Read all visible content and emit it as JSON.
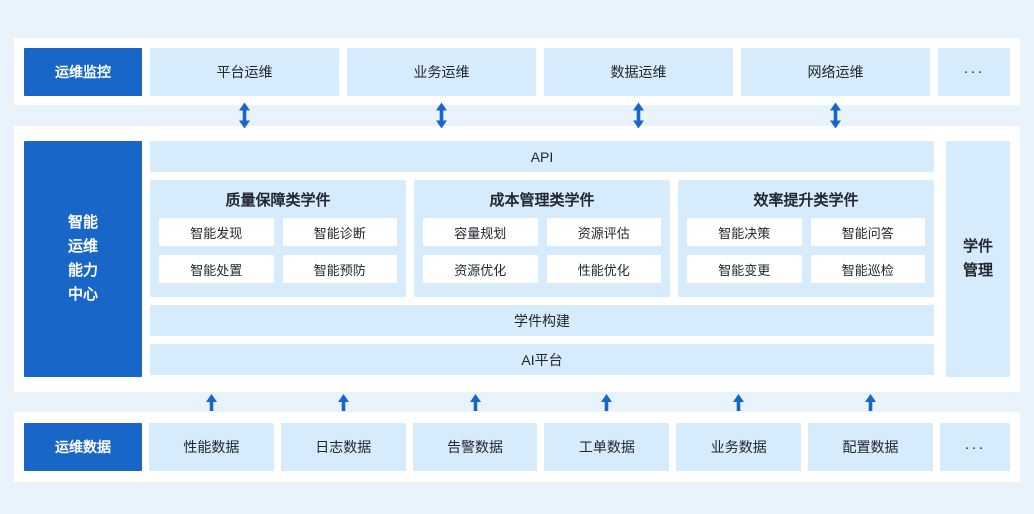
{
  "colors": {
    "page_bg": "#e9f3fc",
    "panel_bg": "#ffffff",
    "primary_blue": "#1766c8",
    "light_blue": "#d6ebfc",
    "text": "#22272e",
    "arrow_blue": "#1766c8"
  },
  "monitor_row": {
    "label": "运维监控",
    "items": [
      "平台运维",
      "业务运维",
      "数据运维",
      "网络运维"
    ],
    "more": "···"
  },
  "center": {
    "title_lines": [
      "智能",
      "运维",
      "能力",
      "中心"
    ],
    "api_bar": "API",
    "columns": [
      {
        "title": "质量保障类学件",
        "items": [
          "智能发现",
          "智能诊断",
          "智能处置",
          "智能预防"
        ]
      },
      {
        "title": "成本管理类学件",
        "items": [
          "容量规划",
          "资源评估",
          "资源优化",
          "性能优化"
        ]
      },
      {
        "title": "效率提升类学件",
        "items": [
          "智能决策",
          "智能问答",
          "智能变更",
          "智能巡检"
        ]
      }
    ],
    "build_bar": "学件构建",
    "ai_bar": "AI平台",
    "manage_lines": [
      "学件",
      "管理"
    ]
  },
  "data_row": {
    "label": "运维数据",
    "items": [
      "性能数据",
      "日志数据",
      "告警数据",
      "工单数据",
      "业务数据",
      "配置数据"
    ],
    "more": "···"
  }
}
